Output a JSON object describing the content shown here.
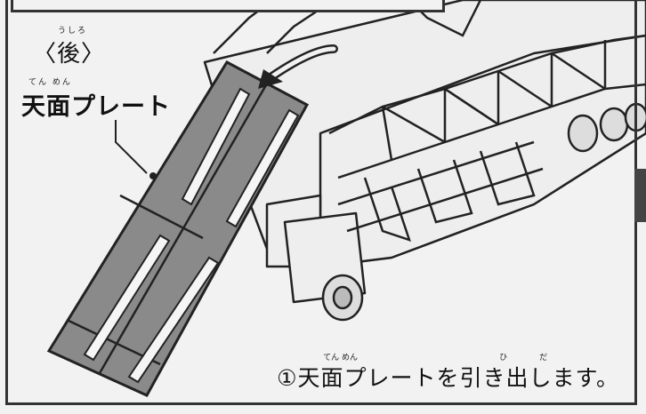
{
  "labels": {
    "back": {
      "ruby": "うしろ",
      "text": "〈後〉"
    },
    "top_plate": {
      "ruby": "てん めん",
      "text": "天面プレート"
    }
  },
  "instruction": {
    "ruby_ten_men": "てん めん",
    "ruby_hi": "ひ",
    "ruby_da": "だ",
    "text": "①天面プレートを引き出します。"
  }
}
